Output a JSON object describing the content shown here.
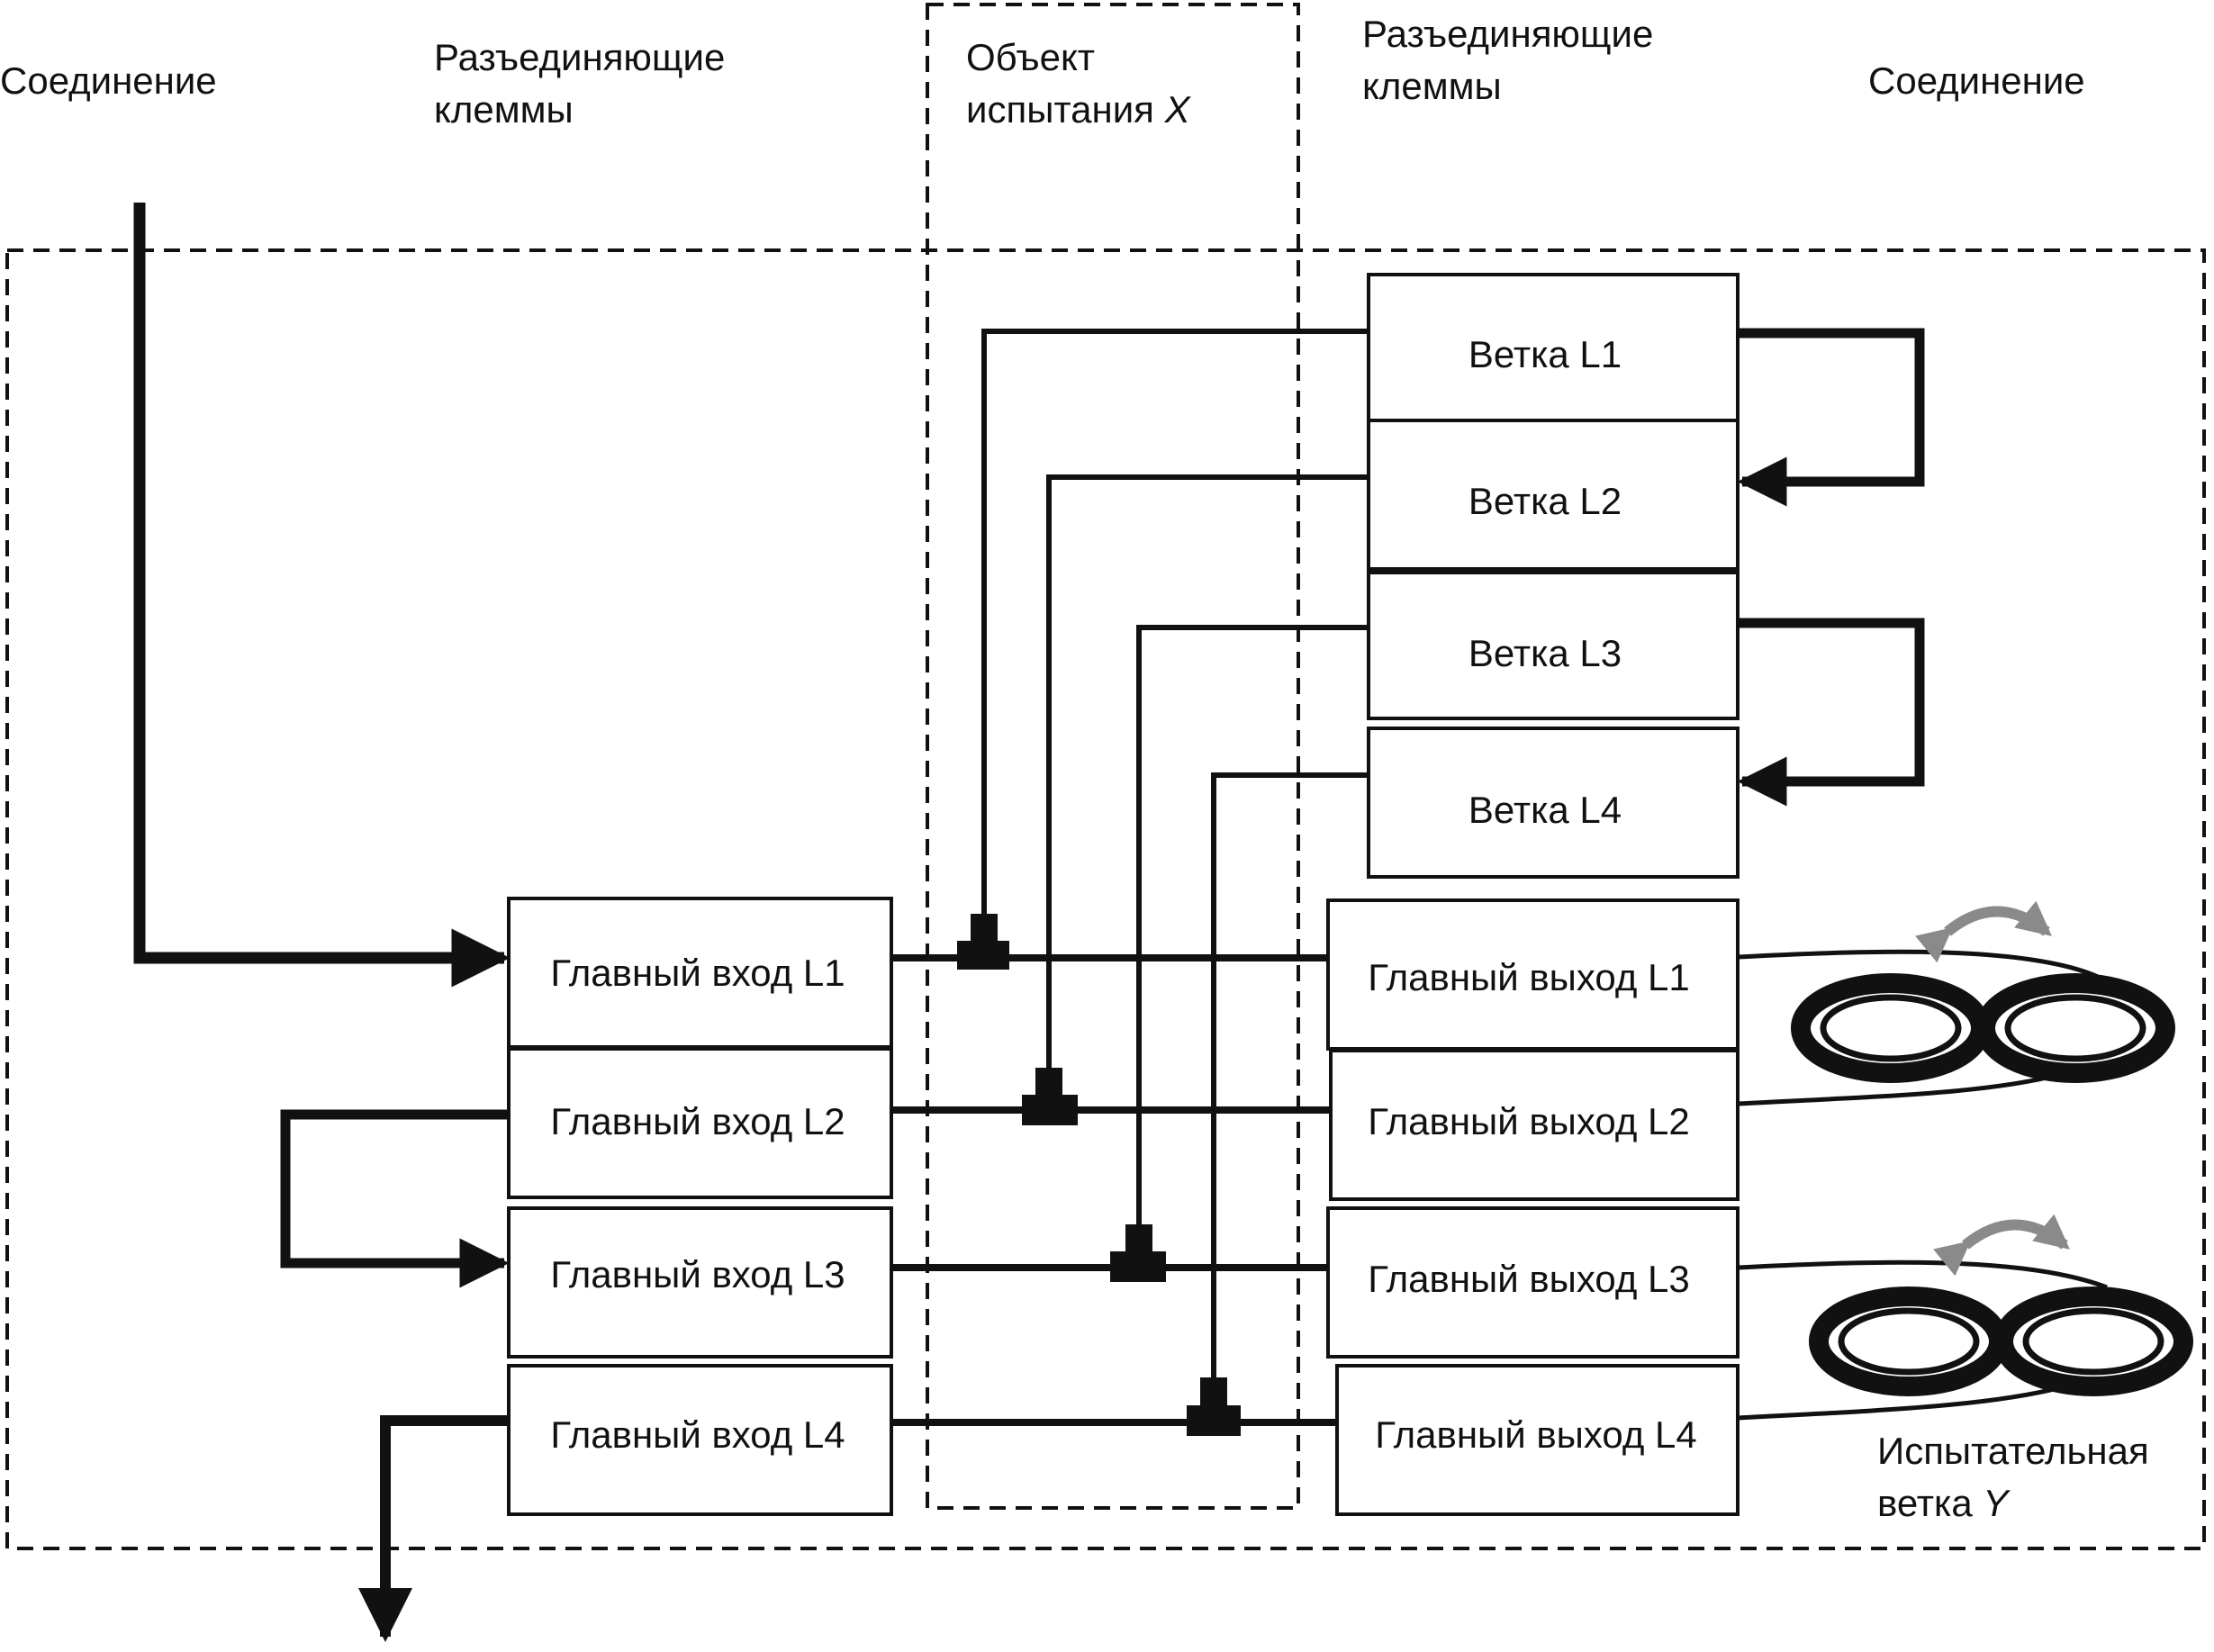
{
  "labels": {
    "connection_left": "Соединение",
    "connection_right": "Соединение",
    "terminals_left_line1": "Разъединяющие",
    "terminals_left_line2": "клеммы",
    "terminals_right_line1": "Разъединяющие",
    "terminals_right_line2": "клеммы",
    "test_object_line1": "Объект",
    "test_object_line2_text": "испытания",
    "test_object_var": "X",
    "test_branch_line1": "Испытательная",
    "test_branch_line2_text": "ветка",
    "test_branch_var": "Y"
  },
  "branches": [
    "Ветка L1",
    "Ветка L2",
    "Ветка L3",
    "Ветка L4"
  ],
  "main_inputs": [
    "Главный вход L1",
    "Главный вход L2",
    "Главный вход L3",
    "Главный вход L4"
  ],
  "main_outputs": [
    "Главный выход L1",
    "Главный выход L2",
    "Главный выход L3",
    "Главный выход L4"
  ],
  "colors": {
    "line": "#111111",
    "rotation_arrow": "#8a8a8a",
    "background": "#ffffff"
  }
}
